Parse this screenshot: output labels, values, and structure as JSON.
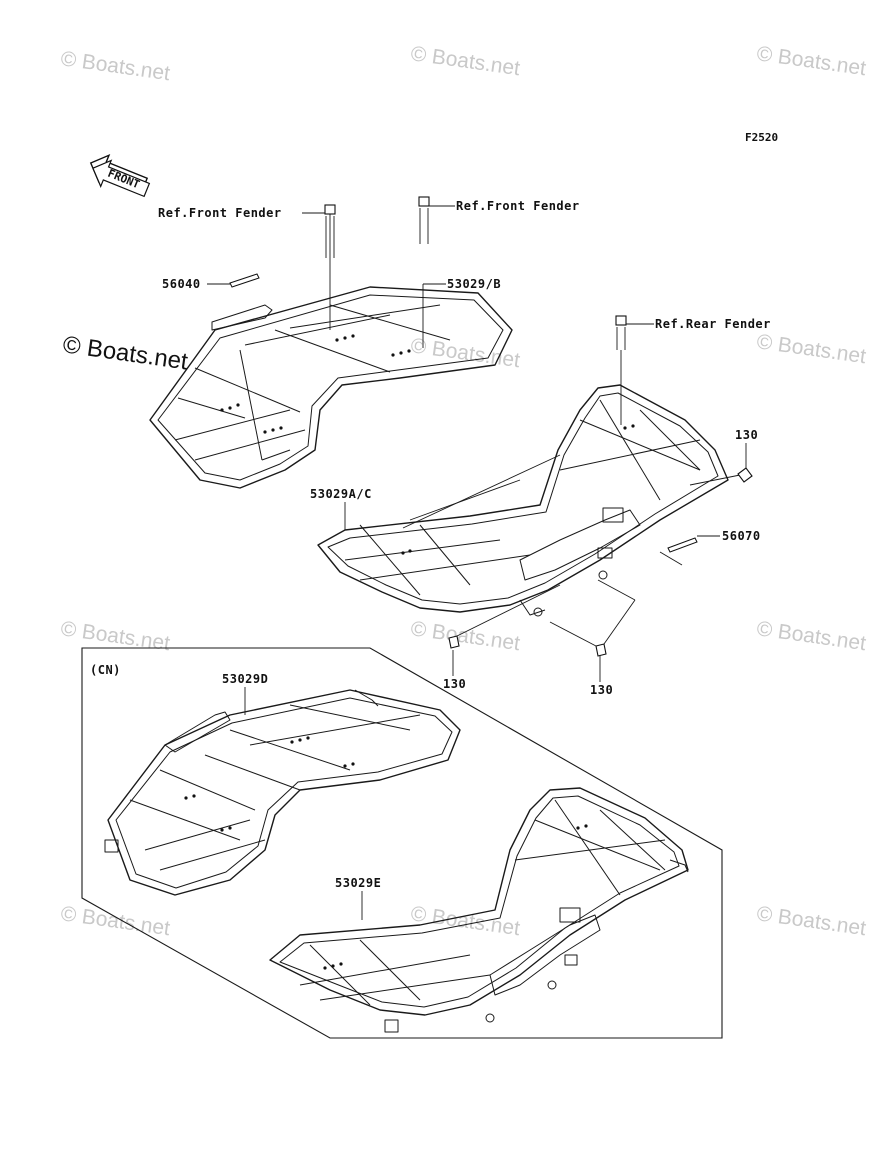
{
  "diagram_code": "F2520",
  "front_arrow": {
    "label": "FRONT",
    "icon": "front-direction-arrow-icon"
  },
  "watermark_text": "© Boats.net",
  "watermark_prominent": "© Boats.net",
  "labels": {
    "ref_front_fender_left": "Ref.Front Fender",
    "ref_front_fender_right": "Ref.Front Fender",
    "ref_rear_fender": "Ref.Rear Fender",
    "part_56040": "56040",
    "part_53029b": "53029/B",
    "part_53029ac": "53029A/C",
    "part_130_right": "130",
    "part_56070": "56070",
    "part_130_left": "130",
    "part_130_bottom": "130",
    "cn_tag": "(CN)",
    "part_53029d": "53029D",
    "part_53029e": "53029E"
  },
  "icons": [
    "front-direction-arrow-icon",
    "bolt-icon",
    "label-sticker-icon"
  ]
}
